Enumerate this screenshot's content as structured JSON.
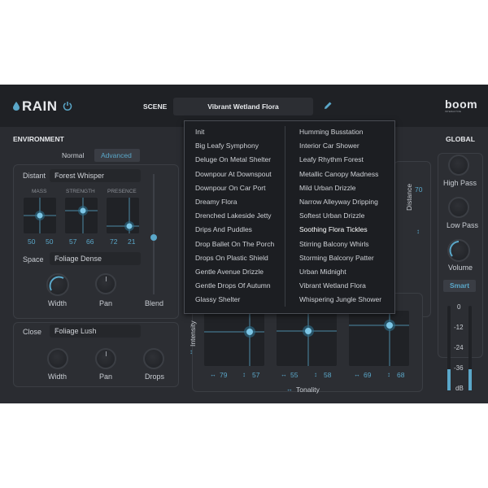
{
  "app": {
    "name": "RAIN",
    "brand_logo": "boom INTERACTIVE"
  },
  "scene": {
    "label": "SCENE",
    "value": "Vibrant Wetland Flora"
  },
  "environment": {
    "title": "ENVIRONMENT",
    "tabs": [
      {
        "label": "Normal",
        "active": false
      },
      {
        "label": "Advanced",
        "active": true
      }
    ],
    "distant": {
      "label": "Distant",
      "preset": "Forest Whisper",
      "pads": [
        {
          "label": "MASS",
          "values": [
            "50",
            "50"
          ]
        },
        {
          "label": "STRENGTH",
          "values": [
            "57",
            "66"
          ]
        },
        {
          "label": "PRESENCE",
          "values": [
            "72",
            "21"
          ]
        }
      ]
    },
    "space": {
      "label": "Space",
      "preset": "Foliage Dense",
      "knobs": [
        "Width",
        "Pan"
      ],
      "blend_label": "Blend"
    },
    "close": {
      "label": "Close",
      "preset": "Foliage Lush",
      "knobs": [
        "Width",
        "Pan",
        "Drops"
      ]
    }
  },
  "tonality": {
    "intensity_label": "Intensity",
    "tonality_label": "Tonality",
    "distance_label": "Distance",
    "distance_value": "70",
    "pads": [
      {
        "x": "79",
        "y": "57"
      },
      {
        "x": "55",
        "y": "58"
      },
      {
        "x": "69",
        "y": "68"
      }
    ]
  },
  "global": {
    "title": "GLOBAL",
    "high_pass": "High Pass",
    "low_pass": "Low Pass",
    "volume": "Volume",
    "smart": "Smart",
    "meter_ticks": [
      "0",
      "-12",
      "-24",
      "-36"
    ],
    "unit": "dB"
  },
  "dropdown": {
    "left": [
      "Init",
      "Big Leafy Symphony",
      "Deluge On Metal Shelter",
      "Downpour At Downspout",
      "Downpour On Car Port",
      "Dreamy Flora",
      "Drenched Lakeside Jetty",
      "Drips And Puddles",
      "Drop Ballet On The Porch",
      "Drops On Plastic Shield",
      "Gentle Avenue Drizzle",
      "Gentle Drops Of Autumn",
      "Glassy Shelter"
    ],
    "right": [
      "Humming Busstation",
      "Interior Car Shower",
      "Leafy Rhythm Forest",
      "Metallic Canopy Madness",
      "Mild Urban Drizzle",
      "Narrow Alleyway Dripping",
      "Softest Urban Drizzle",
      "Soothing Flora Tickles",
      "Stirring Balcony Whirls",
      "Storming Balcony Patter",
      "Urban Midnight",
      "Vibrant Wetland Flora",
      "Whispering Jungle Shower"
    ],
    "highlighted": "Soothing Flora Tickles"
  },
  "colors": {
    "accent": "#5aa7c9",
    "background": "#2a2c31",
    "topbar": "#1f2125"
  }
}
